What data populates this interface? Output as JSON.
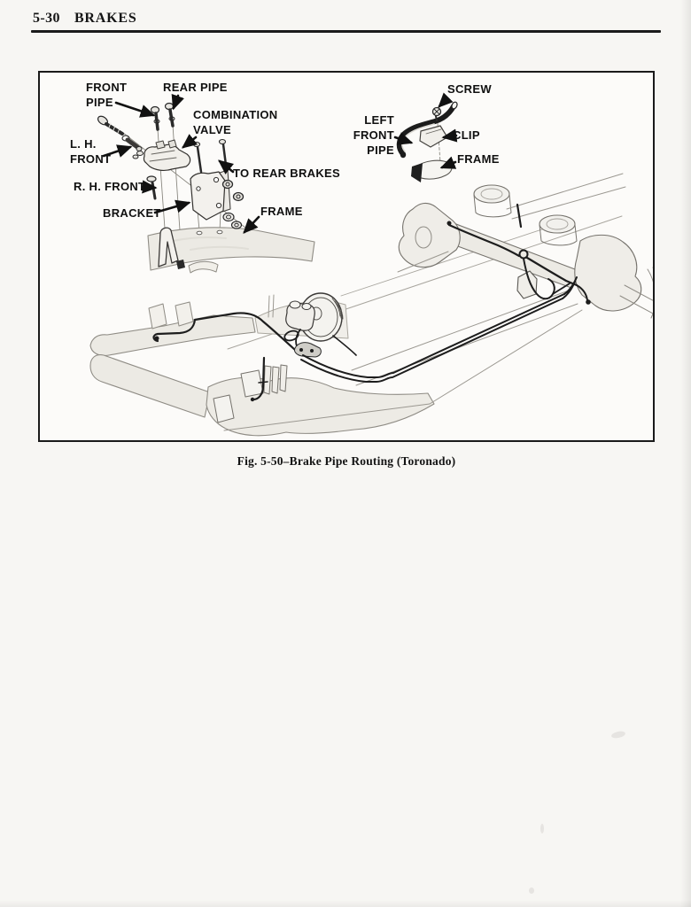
{
  "header": {
    "section_number": "5-30",
    "section_title": "BRAKES"
  },
  "figure": {
    "caption": "Fig. 5-50–Brake Pipe Routing (Toronado)",
    "labels": {
      "front_pipe": "FRONT\nPIPE",
      "rear_pipe": "REAR PIPE",
      "combination_valve": "COMBINATION\nVALVE",
      "lh_front": "L. H.\nFRONT",
      "rh_front": "R. H. FRONT",
      "to_rear_brakes": "TO REAR BRAKES",
      "bracket": "BRACKET",
      "frame_left": "FRAME",
      "screw": "SCREW",
      "left_front_pipe": "LEFT FRONT\nPIPE",
      "clip": "CLIP",
      "frame_right": "FRAME"
    }
  },
  "colors": {
    "ink": "#1a1a1a",
    "paper": "#f7f6f3",
    "figure_background": "#fcfbf9"
  }
}
